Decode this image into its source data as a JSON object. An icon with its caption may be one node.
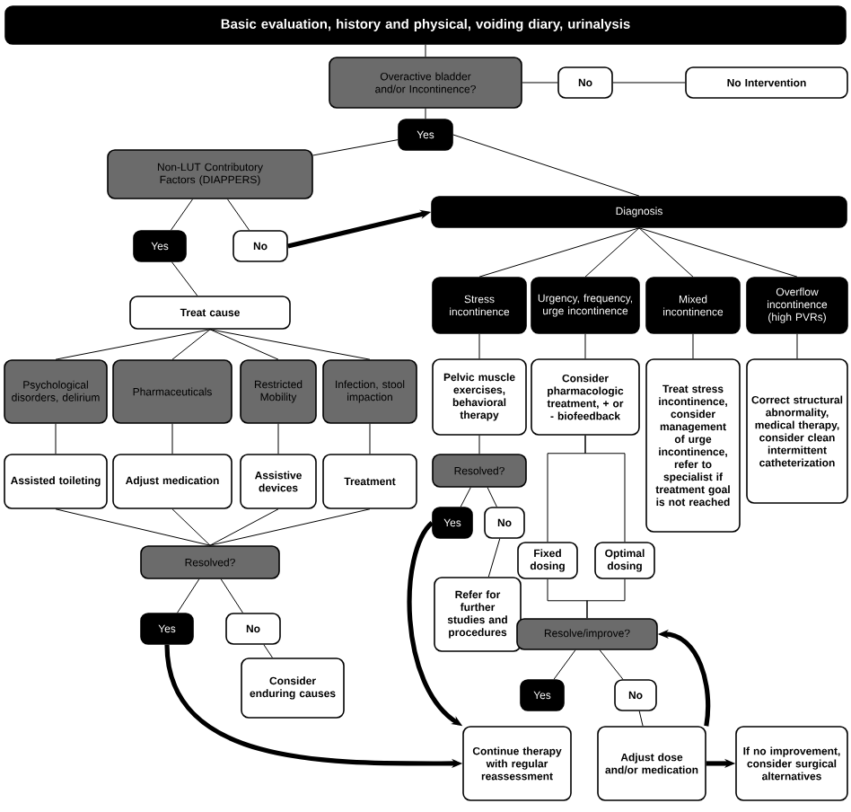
{
  "diagram": {
    "nodes": [
      {
        "text": [
          "Basic evaluation, history and physical, voiding diary, urinalysis"
        ]
      },
      {
        "text": [
          "Overactive bladder and/or Incontinence?"
        ]
      },
      {
        "text": [
          "No"
        ]
      },
      {
        "text": [
          "No Intervention"
        ]
      },
      {
        "text": [
          "Yes"
        ]
      },
      {
        "text": [
          "Non-LUT Contributory Factors (DIAPPERS)"
        ]
      },
      {
        "text": [
          "Yes"
        ]
      },
      {
        "text": [
          "No"
        ]
      },
      {
        "text": [
          "Diagnosis"
        ]
      },
      {
        "text": [
          "Treat cause"
        ]
      },
      {
        "text": [
          "Psychological disorders, delirium"
        ]
      },
      {
        "text": [
          "Pharmaceuticals"
        ]
      },
      {
        "text": [
          "Restricted Mobility"
        ]
      },
      {
        "text": [
          "Infection, stool impaction"
        ]
      },
      {
        "text": [
          "Assisted toileting"
        ]
      },
      {
        "text": [
          "Adjust medication"
        ]
      },
      {
        "text": [
          "Assistive devices"
        ]
      },
      {
        "text": [
          "Treatment"
        ]
      },
      {
        "text": [
          "Resolved?"
        ]
      },
      {
        "text": [
          "Yes"
        ]
      },
      {
        "text": [
          "No"
        ]
      },
      {
        "text": [
          "Consider enduring causes"
        ]
      },
      {
        "text": [
          "Stress incontinence"
        ]
      },
      {
        "text": [
          "Urgency, frequency, urge incontinence"
        ]
      },
      {
        "text": [
          "Mixed incontinence"
        ]
      },
      {
        "text": [
          "Overflow incontinence (high PVRs)"
        ]
      },
      {
        "text": [
          "Pelvic muscle exercises, behavioral therapy"
        ]
      },
      {
        "text": [
          "Consider pharmacologic treatment, + or - biofeedback"
        ]
      },
      {
        "text": [
          "Treat stress incontinence, consider management of urge incontinence, refer to specialist if treatment goal is not reached"
        ]
      },
      {
        "text": [
          "Correct structural abnormality, medical therapy, consider clean intermittent catheterization"
        ]
      },
      {
        "text": [
          "Resolved?"
        ]
      },
      {
        "text": [
          "Yes"
        ]
      },
      {
        "text": [
          "No"
        ]
      },
      {
        "text": [
          "Refer for further studies and procedures"
        ]
      },
      {
        "text": [
          "Fixed dosing"
        ]
      },
      {
        "text": [
          "Optimal dosing"
        ]
      },
      {
        "text": [
          "Resolve/improve?"
        ]
      },
      {
        "text": [
          "Yes"
        ]
      },
      {
        "text": [
          "No"
        ]
      },
      {
        "text": [
          "Continue therapy with regular reassessment"
        ]
      },
      {
        "text": [
          "Adjust dose and/or medication"
        ]
      },
      {
        "text": [
          "If no improvement, consider surgical alternatives"
        ]
      }
    ],
    "edges": [
      {
        "from": 0,
        "to": 1,
        "arrow": "none"
      },
      {
        "from": 1,
        "to": 2,
        "arrow": "none"
      },
      {
        "from": 2,
        "to": 3,
        "arrow": "none"
      },
      {
        "from": 1,
        "to": 4,
        "arrow": "none"
      },
      {
        "from": 4,
        "to": 5,
        "arrow": "none"
      },
      {
        "from": 4,
        "to": 8,
        "arrow": "none"
      },
      {
        "from": 5,
        "to": 6,
        "arrow": "none"
      },
      {
        "from": 5,
        "to": 7,
        "arrow": "none"
      },
      {
        "from": 7,
        "to": 8,
        "arrow": "to",
        "style": "thick"
      },
      {
        "from": 6,
        "to": 9,
        "arrow": "none"
      },
      {
        "from": 9,
        "to": 10,
        "arrow": "none"
      },
      {
        "from": 9,
        "to": 11,
        "arrow": "none"
      },
      {
        "from": 9,
        "to": 12,
        "arrow": "none"
      },
      {
        "from": 9,
        "to": 13,
        "arrow": "none"
      },
      {
        "from": 10,
        "to": 14,
        "arrow": "none"
      },
      {
        "from": 11,
        "to": 15,
        "arrow": "none"
      },
      {
        "from": 12,
        "to": 16,
        "arrow": "none"
      },
      {
        "from": 13,
        "to": 17,
        "arrow": "none"
      },
      {
        "from": 14,
        "to": 18,
        "arrow": "none"
      },
      {
        "from": 15,
        "to": 18,
        "arrow": "none"
      },
      {
        "from": 16,
        "to": 18,
        "arrow": "none"
      },
      {
        "from": 17,
        "to": 18,
        "arrow": "none"
      },
      {
        "from": 18,
        "to": 19,
        "arrow": "none"
      },
      {
        "from": 18,
        "to": 20,
        "arrow": "none"
      },
      {
        "from": 20,
        "to": 21,
        "arrow": "none"
      },
      {
        "from": 19,
        "to": 39,
        "arrow": "to",
        "style": "thick"
      },
      {
        "from": 8,
        "to": 22,
        "arrow": "none"
      },
      {
        "from": 8,
        "to": 23,
        "arrow": "none"
      },
      {
        "from": 8,
        "to": 24,
        "arrow": "none"
      },
      {
        "from": 8,
        "to": 25,
        "arrow": "none"
      },
      {
        "from": 22,
        "to": 26,
        "arrow": "none"
      },
      {
        "from": 23,
        "to": 27,
        "arrow": "none"
      },
      {
        "from": 24,
        "to": 28,
        "arrow": "none"
      },
      {
        "from": 25,
        "to": 29,
        "arrow": "none"
      },
      {
        "from": 26,
        "to": 30,
        "arrow": "none"
      },
      {
        "from": 30,
        "to": 31,
        "arrow": "none"
      },
      {
        "from": 30,
        "to": 32,
        "arrow": "none"
      },
      {
        "from": 32,
        "to": 33,
        "arrow": "none"
      },
      {
        "from": 31,
        "to": 39,
        "arrow": "to",
        "style": "thick"
      },
      {
        "from": 27,
        "to": 34,
        "arrow": "none"
      },
      {
        "from": 27,
        "to": 35,
        "arrow": "none"
      },
      {
        "from": 34,
        "to": 36,
        "arrow": "none"
      },
      {
        "from": 35,
        "to": 36,
        "arrow": "none"
      },
      {
        "from": 36,
        "to": 37,
        "arrow": "none"
      },
      {
        "from": 36,
        "to": 38,
        "arrow": "none"
      },
      {
        "from": 38,
        "to": 40,
        "arrow": "none"
      },
      {
        "from": 40,
        "to": 36,
        "arrow": "to",
        "style": "thick"
      },
      {
        "from": 40,
        "to": 41,
        "arrow": "to",
        "style": "thick"
      }
    ]
  }
}
